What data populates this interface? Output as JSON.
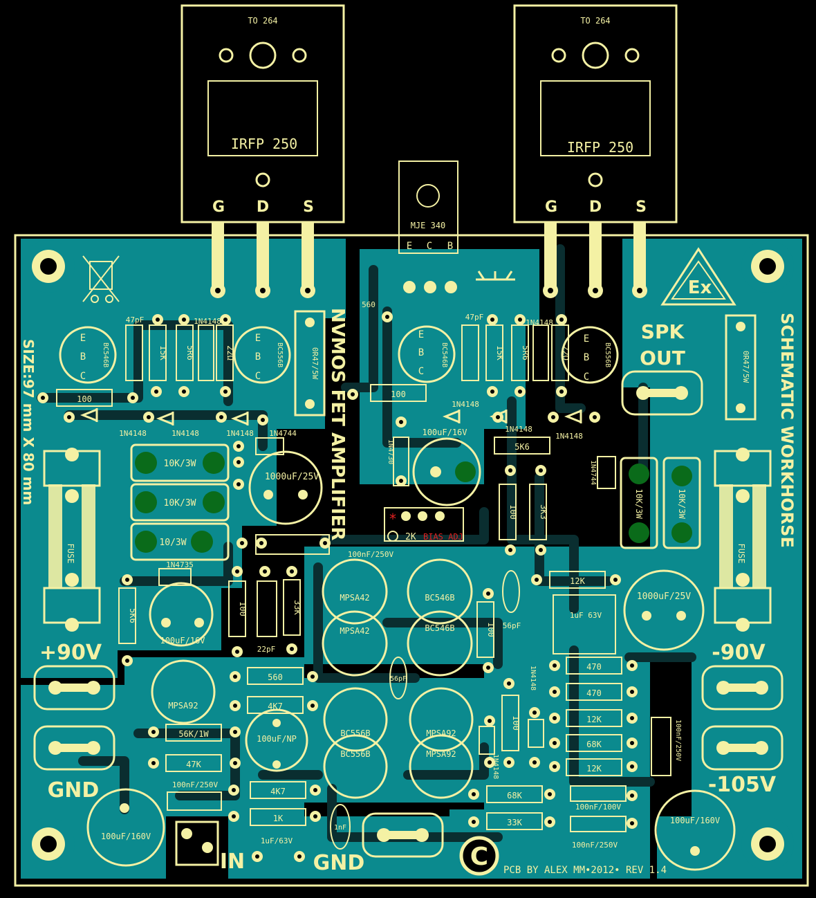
{
  "board": {
    "title": "NVMOS FET AMPLIFIER",
    "size": "SIZE:97 mm X 80 mm",
    "credit": "PCB BY ALEX MM•2012• REV 1.4",
    "brand": "SCHEMATIC WORKHORSE",
    "copyright_symbol": "C",
    "colors": {
      "copper": "#0b8a8e",
      "silk": "#f4f1a4",
      "background": "#000000",
      "pads_green": "#0a6b1a"
    }
  },
  "transistors": {
    "left": {
      "package": "TO 264",
      "part": "IRFP 250",
      "pins": [
        "G",
        "D",
        "S"
      ]
    },
    "right": {
      "package": "TO 264",
      "part": "IRFP 250",
      "pins": [
        "G",
        "D",
        "S"
      ]
    },
    "driver": {
      "part": "MJE 340",
      "pins": [
        "E",
        "C",
        "B"
      ]
    }
  },
  "terminals": {
    "pos_supply": "+90V",
    "neg_supply": "-90V",
    "neg_bias": "-105V",
    "gnd_left": "GND",
    "gnd_bottom": "GND",
    "input": "IN",
    "speaker": "SPK OUT"
  },
  "fuse_label": "FUSE",
  "emitter_resistor": "0R47/5W",
  "trimmer": {
    "value": "2K",
    "label": "BIAS ADJ"
  },
  "components": {
    "c47pf_l": "47pF",
    "c47pf_r": "47pF",
    "d1n4148": "1N4148",
    "r15k": "15K",
    "r5r6": "5R6",
    "r22": "22Ω",
    "bc546b": "BC546B",
    "bc556b": "BC556B",
    "r100": "100",
    "d1n4744": "1N4744",
    "r10k3w": "10K/3W",
    "r103w": "10/3W",
    "c1000uf25": "1000uF/25V",
    "d1n4735": "1N4735",
    "r5k6": "5K6",
    "c100uf16": "100uF/16V",
    "c22pf": "22pF",
    "r33k": "33K",
    "mpsa42": "MPSA42",
    "mpsa92": "MPSA92",
    "c100nf250": "100nF/250V",
    "c100nf100": "100nF/100V",
    "c56pf": "56pF",
    "r560": "560",
    "r4k7": "4K7",
    "r56k1w": "56K/1W",
    "r47k": "47K",
    "c100ufnp": "100uF/NP",
    "r1k": "1K",
    "c1nf": "1nF",
    "c1uf63": "1uF/63V",
    "c1uf63b": "1uF 63V",
    "c100uf160": "100uF/160V",
    "r470": "470",
    "r12k": "12K",
    "r68k": "68K",
    "d1n4730": "1N4730",
    "r3k3": "3K3",
    "c100uf16b": "100uF/16V"
  },
  "pin_letters": {
    "e": "E",
    "b": "B",
    "c": "C"
  }
}
